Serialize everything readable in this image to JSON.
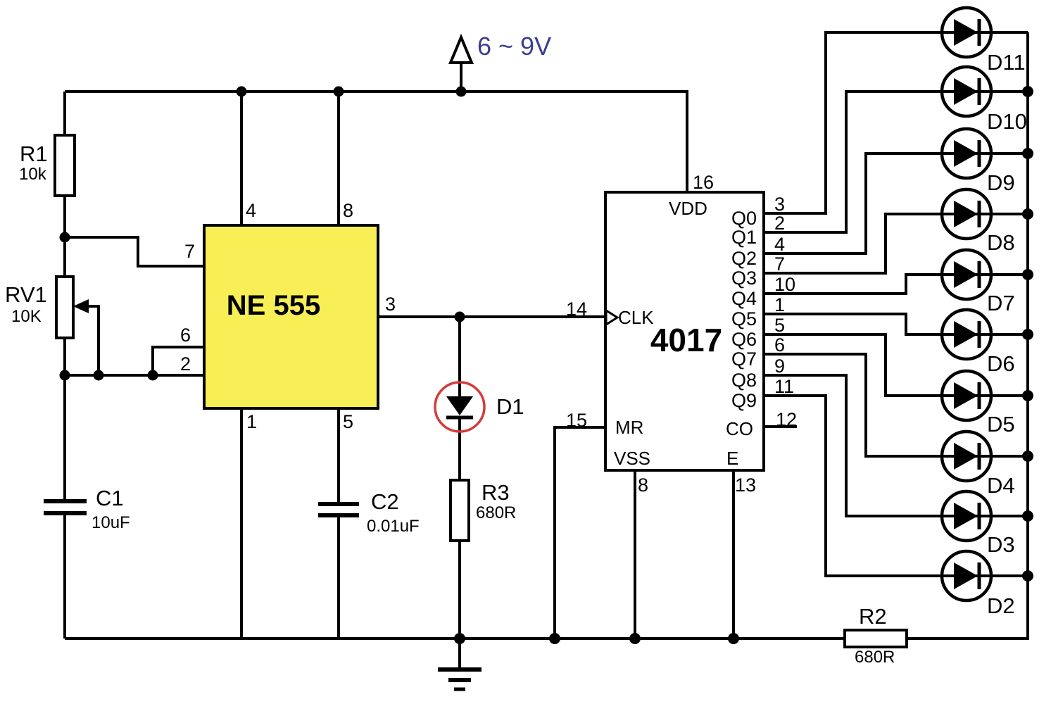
{
  "power": {
    "label": "6 ~ 9V",
    "color": "#3a3f8f"
  },
  "ic555": {
    "name": "NE 555",
    "fill": "#f7ef55",
    "pins": {
      "p4": "4",
      "p8": "8",
      "p7": "7",
      "p6": "6",
      "p2": "2",
      "p3": "3",
      "p1": "1",
      "p5": "5"
    }
  },
  "ic4017": {
    "name": "4017",
    "internal": {
      "vdd": "VDD",
      "clk": "CLK",
      "mr": "MR",
      "vss": "VSS",
      "e": "E",
      "co": "CO"
    },
    "pin_numbers": {
      "vdd": "16",
      "clk": "14",
      "mr": "15",
      "vss": "8",
      "e": "13",
      "co": "12"
    },
    "outputs": [
      {
        "label": "Q0",
        "pin": "3"
      },
      {
        "label": "Q1",
        "pin": "2"
      },
      {
        "label": "Q2",
        "pin": "4"
      },
      {
        "label": "Q3",
        "pin": "7"
      },
      {
        "label": "Q4",
        "pin": "10"
      },
      {
        "label": "Q5",
        "pin": "1"
      },
      {
        "label": "Q6",
        "pin": "5"
      },
      {
        "label": "Q7",
        "pin": "6"
      },
      {
        "label": "Q8",
        "pin": "9"
      },
      {
        "label": "Q9",
        "pin": "11"
      }
    ]
  },
  "components": {
    "r1": {
      "ref": "R1",
      "value": "10k"
    },
    "rv1": {
      "ref": "RV1",
      "value": "10K"
    },
    "c1": {
      "ref": "C1",
      "value": "10uF"
    },
    "c2": {
      "ref": "C2",
      "value": "0.01uF"
    },
    "r3": {
      "ref": "R3",
      "value": "680R"
    },
    "r2": {
      "ref": "R2",
      "value": "680R"
    },
    "d1": {
      "ref": "D1"
    },
    "leds": [
      {
        "ref": "D11"
      },
      {
        "ref": "D10"
      },
      {
        "ref": "D9"
      },
      {
        "ref": "D8"
      },
      {
        "ref": "D7"
      },
      {
        "ref": "D6"
      },
      {
        "ref": "D5"
      },
      {
        "ref": "D4"
      },
      {
        "ref": "D3"
      },
      {
        "ref": "D2"
      }
    ]
  }
}
